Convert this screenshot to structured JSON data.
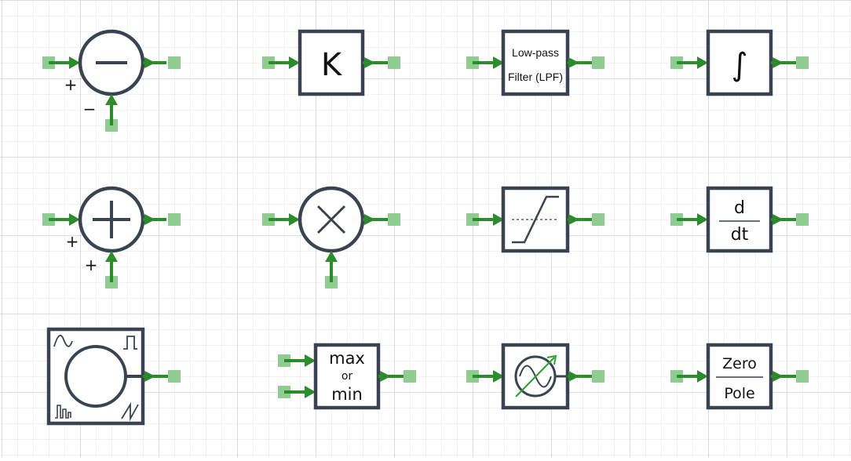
{
  "colors": {
    "block_stroke": "#3a4350",
    "wire": "#2a8c2a",
    "port": "#8fcc8f",
    "grid_minor": "#e6e6e6",
    "grid_major": "#cfcfcf",
    "background": "#ffffff"
  },
  "blocks": {
    "subtractor": {
      "sign_in1": "+",
      "sign_in2": "−"
    },
    "gain": {
      "label": "K"
    },
    "lpf": {
      "line1": "Low-pass",
      "line2": "Filter (LPF)"
    },
    "integrator": {
      "symbol": "∫"
    },
    "adder": {
      "sign_in1": "+",
      "sign_in2": "+"
    },
    "multiplier": {},
    "saturation": {},
    "derivative": {
      "numerator": "d",
      "denominator": "dt"
    },
    "source": {
      "icons": [
        "sine-icon",
        "pulse-icon",
        "random-pulse-icon",
        "sawtooth-icon"
      ]
    },
    "maxmin": {
      "line1": "max",
      "line2": "or",
      "line3": "min"
    },
    "oscillator": {},
    "zeropole": {
      "numerator": "Zero",
      "denominator": "Pole"
    }
  }
}
